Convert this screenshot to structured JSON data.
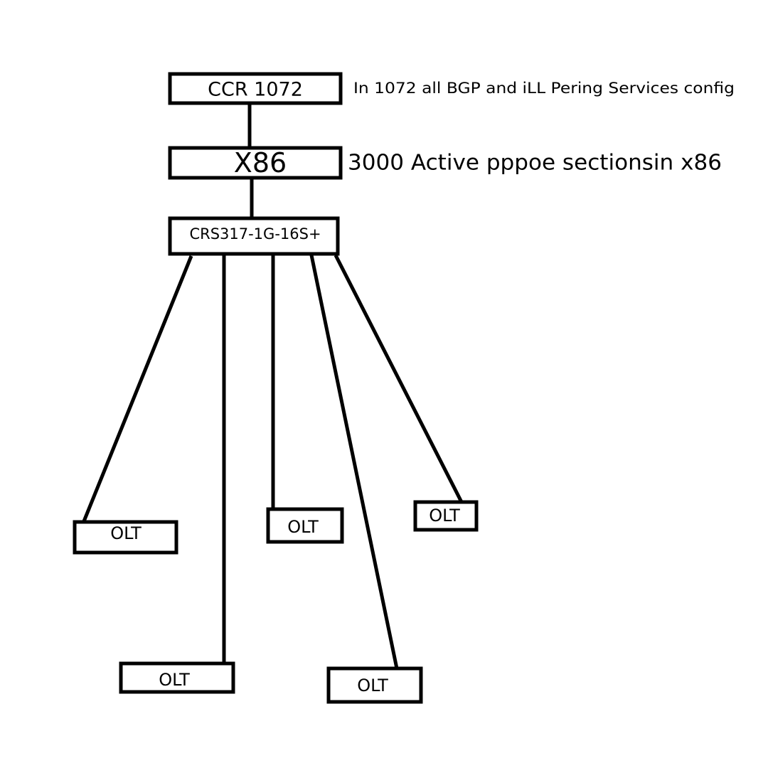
{
  "nodes": {
    "ccr": {
      "label": "CCR 1072"
    },
    "x86": {
      "label": "X86"
    },
    "crs": {
      "label": "CRS317-1G-16S+"
    },
    "olt_1": {
      "label": "OLT"
    },
    "olt_2": {
      "label": "OLT"
    },
    "olt_3": {
      "label": "OLT"
    },
    "olt_4": {
      "label": "OLT"
    },
    "olt_5": {
      "label": "OLT"
    }
  },
  "notes": {
    "ccr_note": "In 1072 all BGP and iLL Pering Services config",
    "x86_note": "3000 Active pppoe sectionsin x86"
  },
  "colors": {
    "stroke": "#000000",
    "background": "#ffffff"
  }
}
